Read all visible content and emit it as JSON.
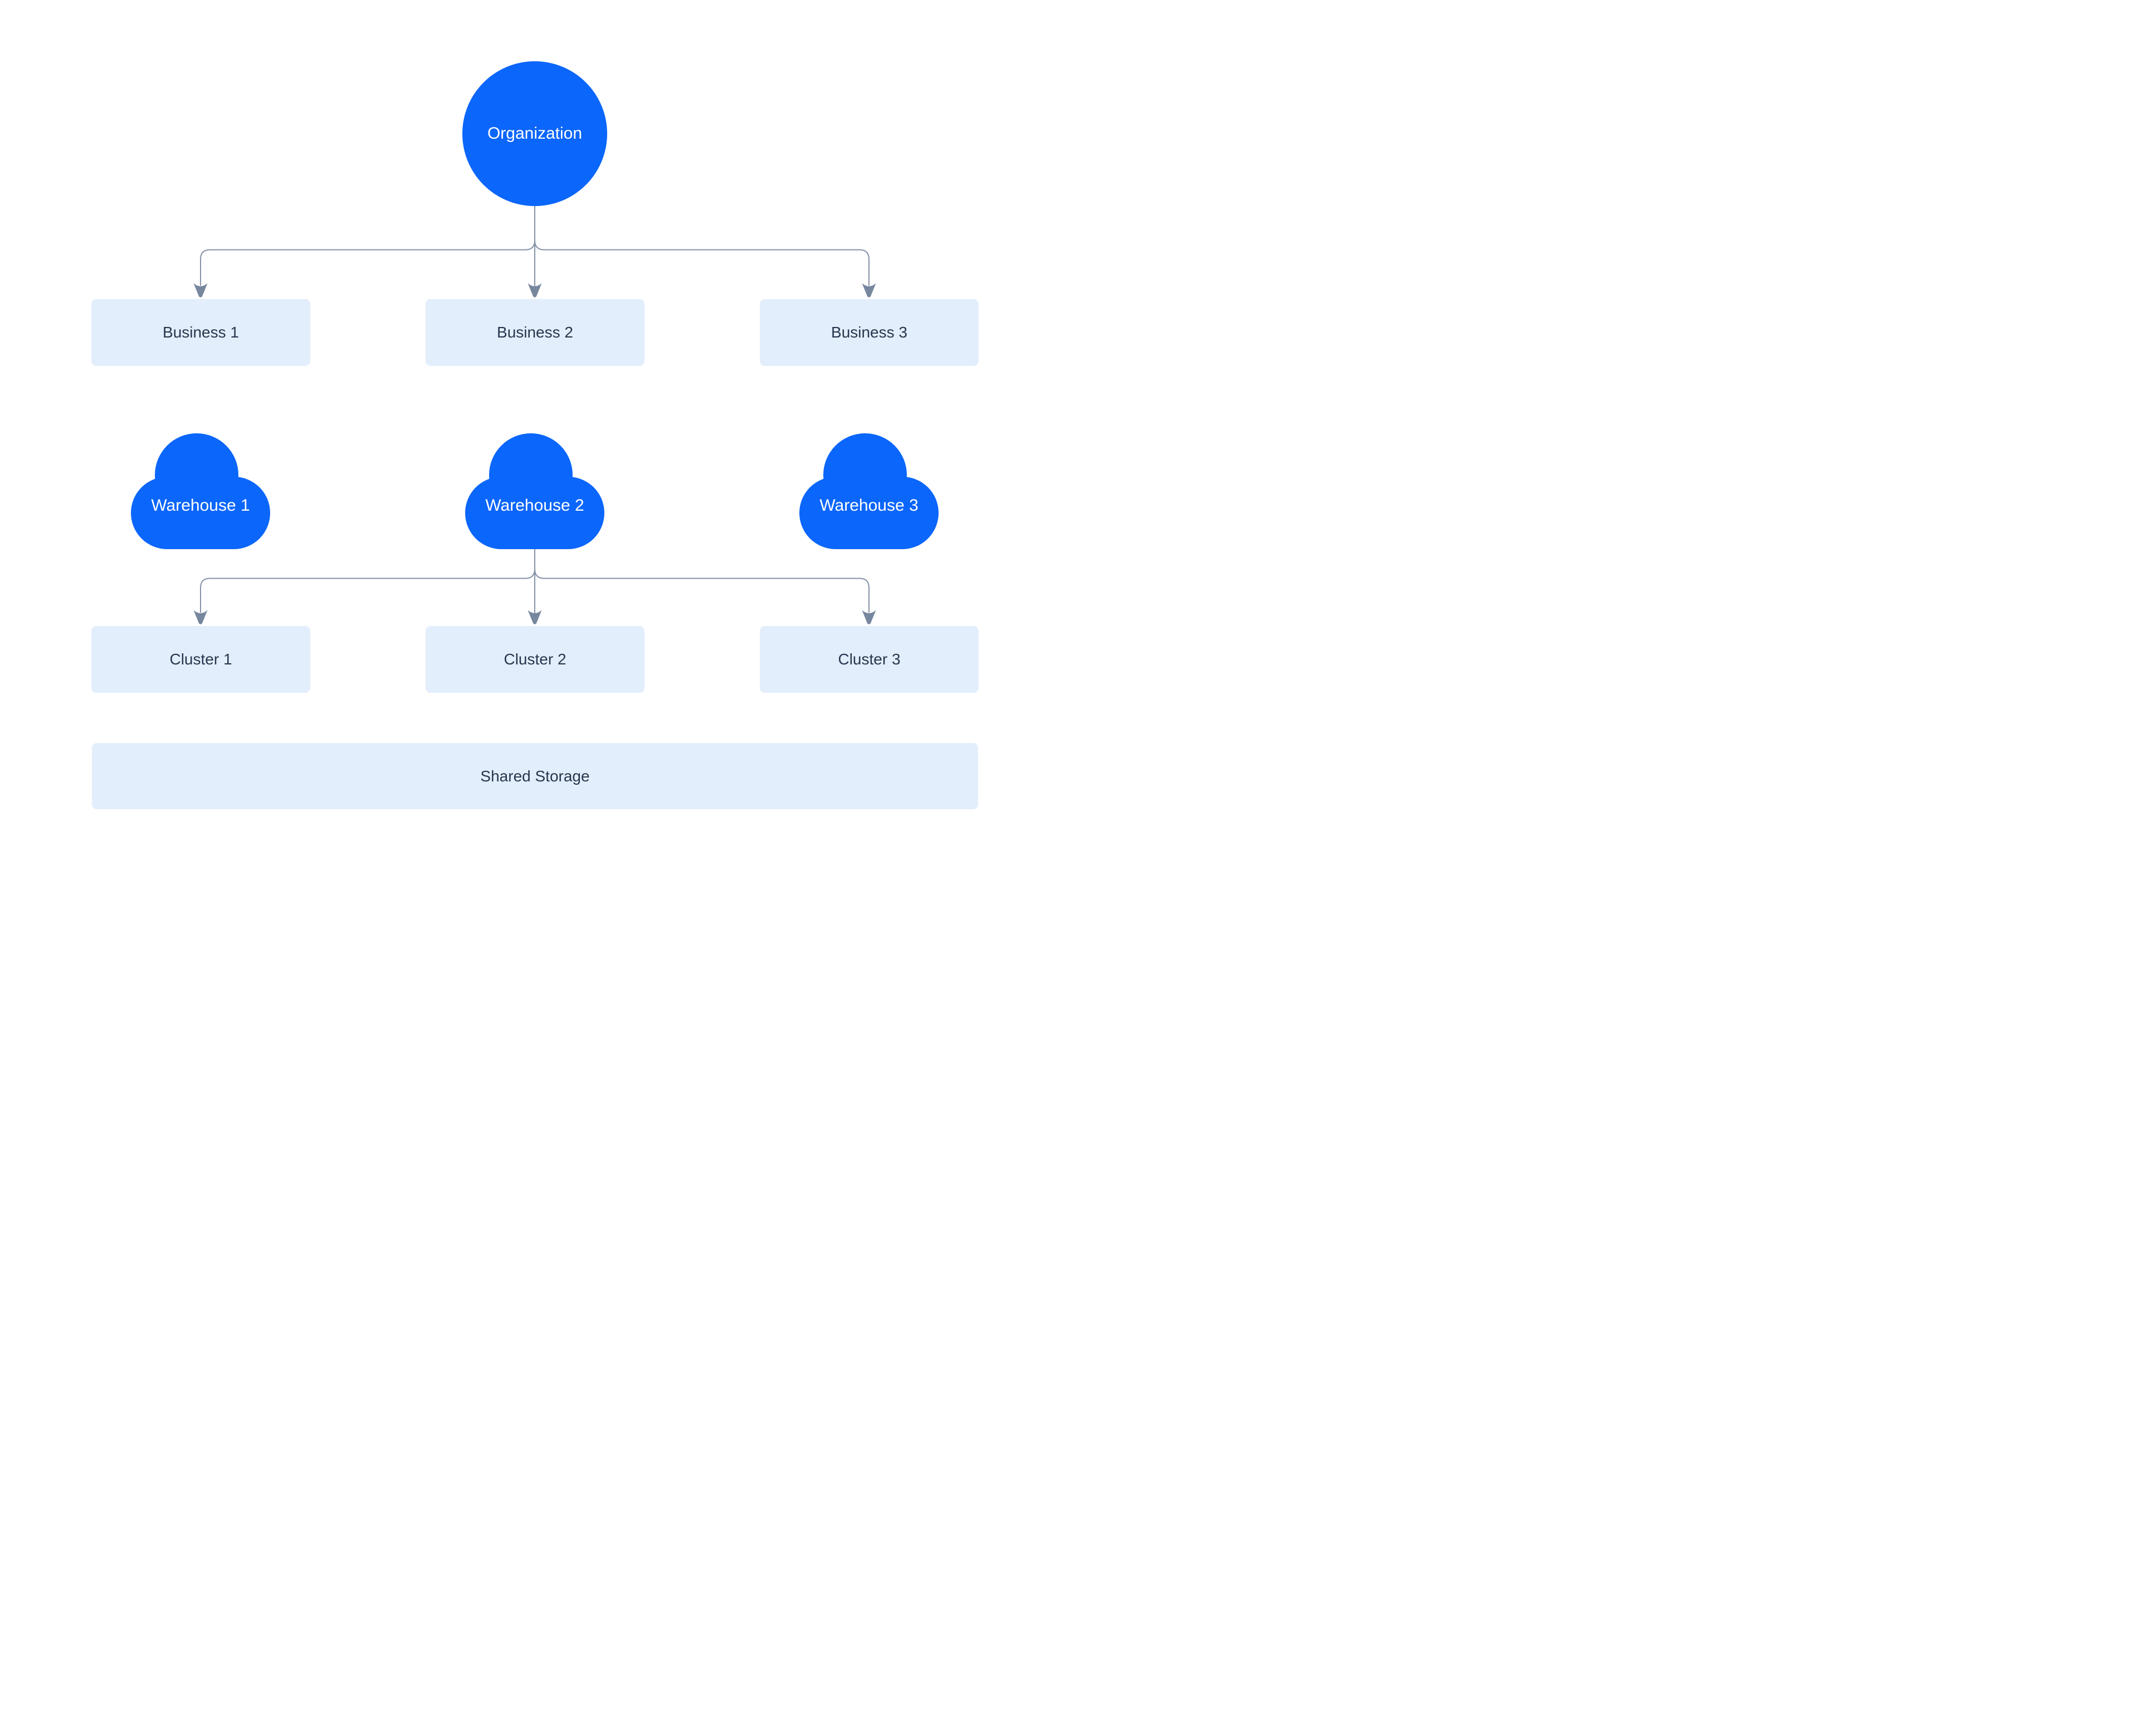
{
  "diagram": {
    "organization": {
      "label": "Organization"
    },
    "businesses": [
      {
        "label": "Business 1"
      },
      {
        "label": "Business 2"
      },
      {
        "label": "Business 3"
      }
    ],
    "warehouses": [
      {
        "label": "Warehouse 1"
      },
      {
        "label": "Warehouse 2"
      },
      {
        "label": "Warehouse 3"
      }
    ],
    "clusters": [
      {
        "label": "Cluster 1"
      },
      {
        "label": "Cluster 2"
      },
      {
        "label": "Cluster 3"
      }
    ],
    "storage": {
      "label": "Shared Storage"
    }
  },
  "colors": {
    "primary": "#0B66FB",
    "light": "#E3EEFC",
    "text-dark": "#27374E",
    "text-light": "#FFFFFF",
    "connector": "#8593A7",
    "arrow": "#76879E",
    "bg": "#FFFFFF"
  }
}
